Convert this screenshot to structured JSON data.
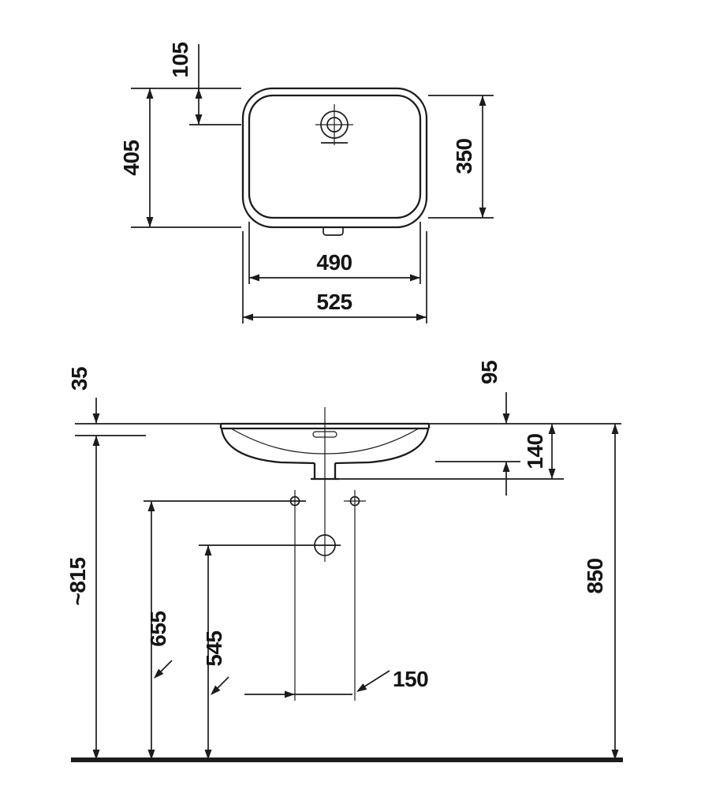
{
  "drawing_type": "washbasin-dimension-drawing",
  "colors": {
    "line": "#1c1c1c",
    "background": "#ffffff"
  },
  "plan_view": {
    "dims": {
      "faucet_offset": "105",
      "outer_depth": "405",
      "inner_depth": "350",
      "inner_width": "490",
      "outer_width": "525"
    }
  },
  "front_view": {
    "dims": {
      "rim_above_counter": "35",
      "edge_depth": "95",
      "total_depth": "140",
      "counter_height": "~815",
      "fixing_hole_height": "655",
      "drain_height": "545",
      "fixing_hole_spacing": "150",
      "rim_height": "850"
    }
  }
}
